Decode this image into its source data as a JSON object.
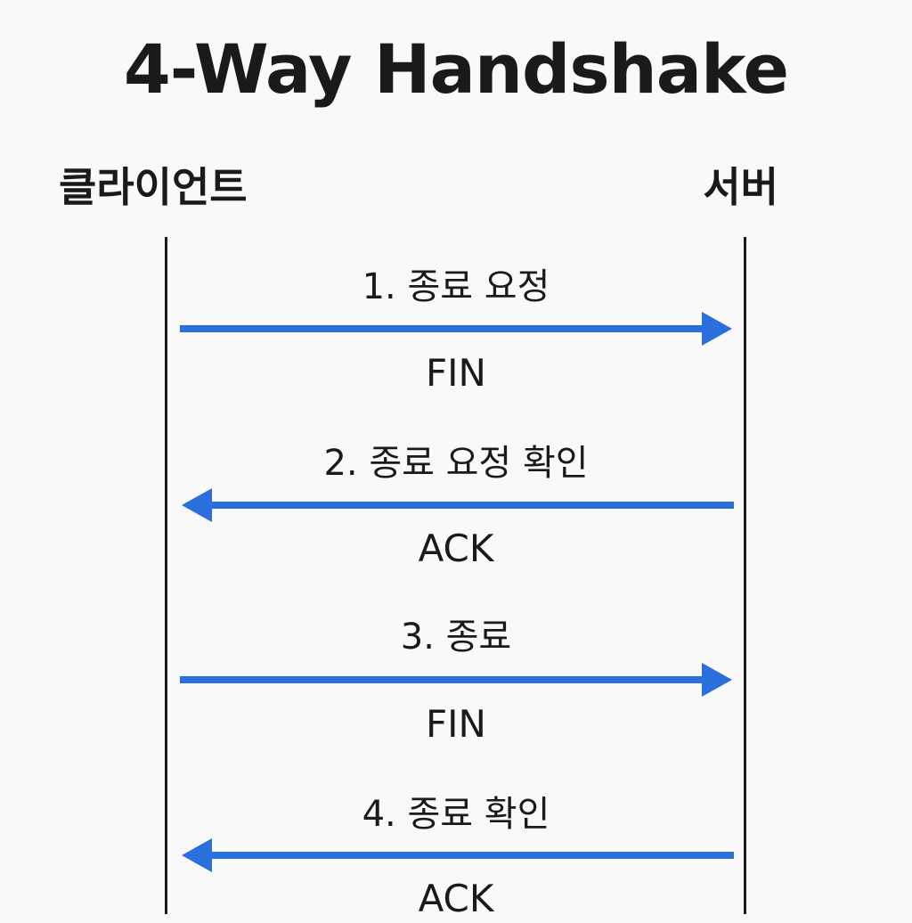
{
  "title": "4-Way Handshake",
  "actors": {
    "client": "클라이언트",
    "server": "서버"
  },
  "colors": {
    "arrow": "#2a6fdb",
    "text": "#1a1a1a",
    "background": "#f9f9f9"
  },
  "messages": [
    {
      "label": "1. 종료 요정",
      "flag": "FIN",
      "direction": "client-to-server"
    },
    {
      "label": "2. 종료 요정 확인",
      "flag": "ACK",
      "direction": "server-to-client"
    },
    {
      "label": "3. 종료",
      "flag": "FIN",
      "direction": "client-to-server"
    },
    {
      "label": "4. 종료 확인",
      "flag": "ACK",
      "direction": "server-to-client"
    }
  ]
}
